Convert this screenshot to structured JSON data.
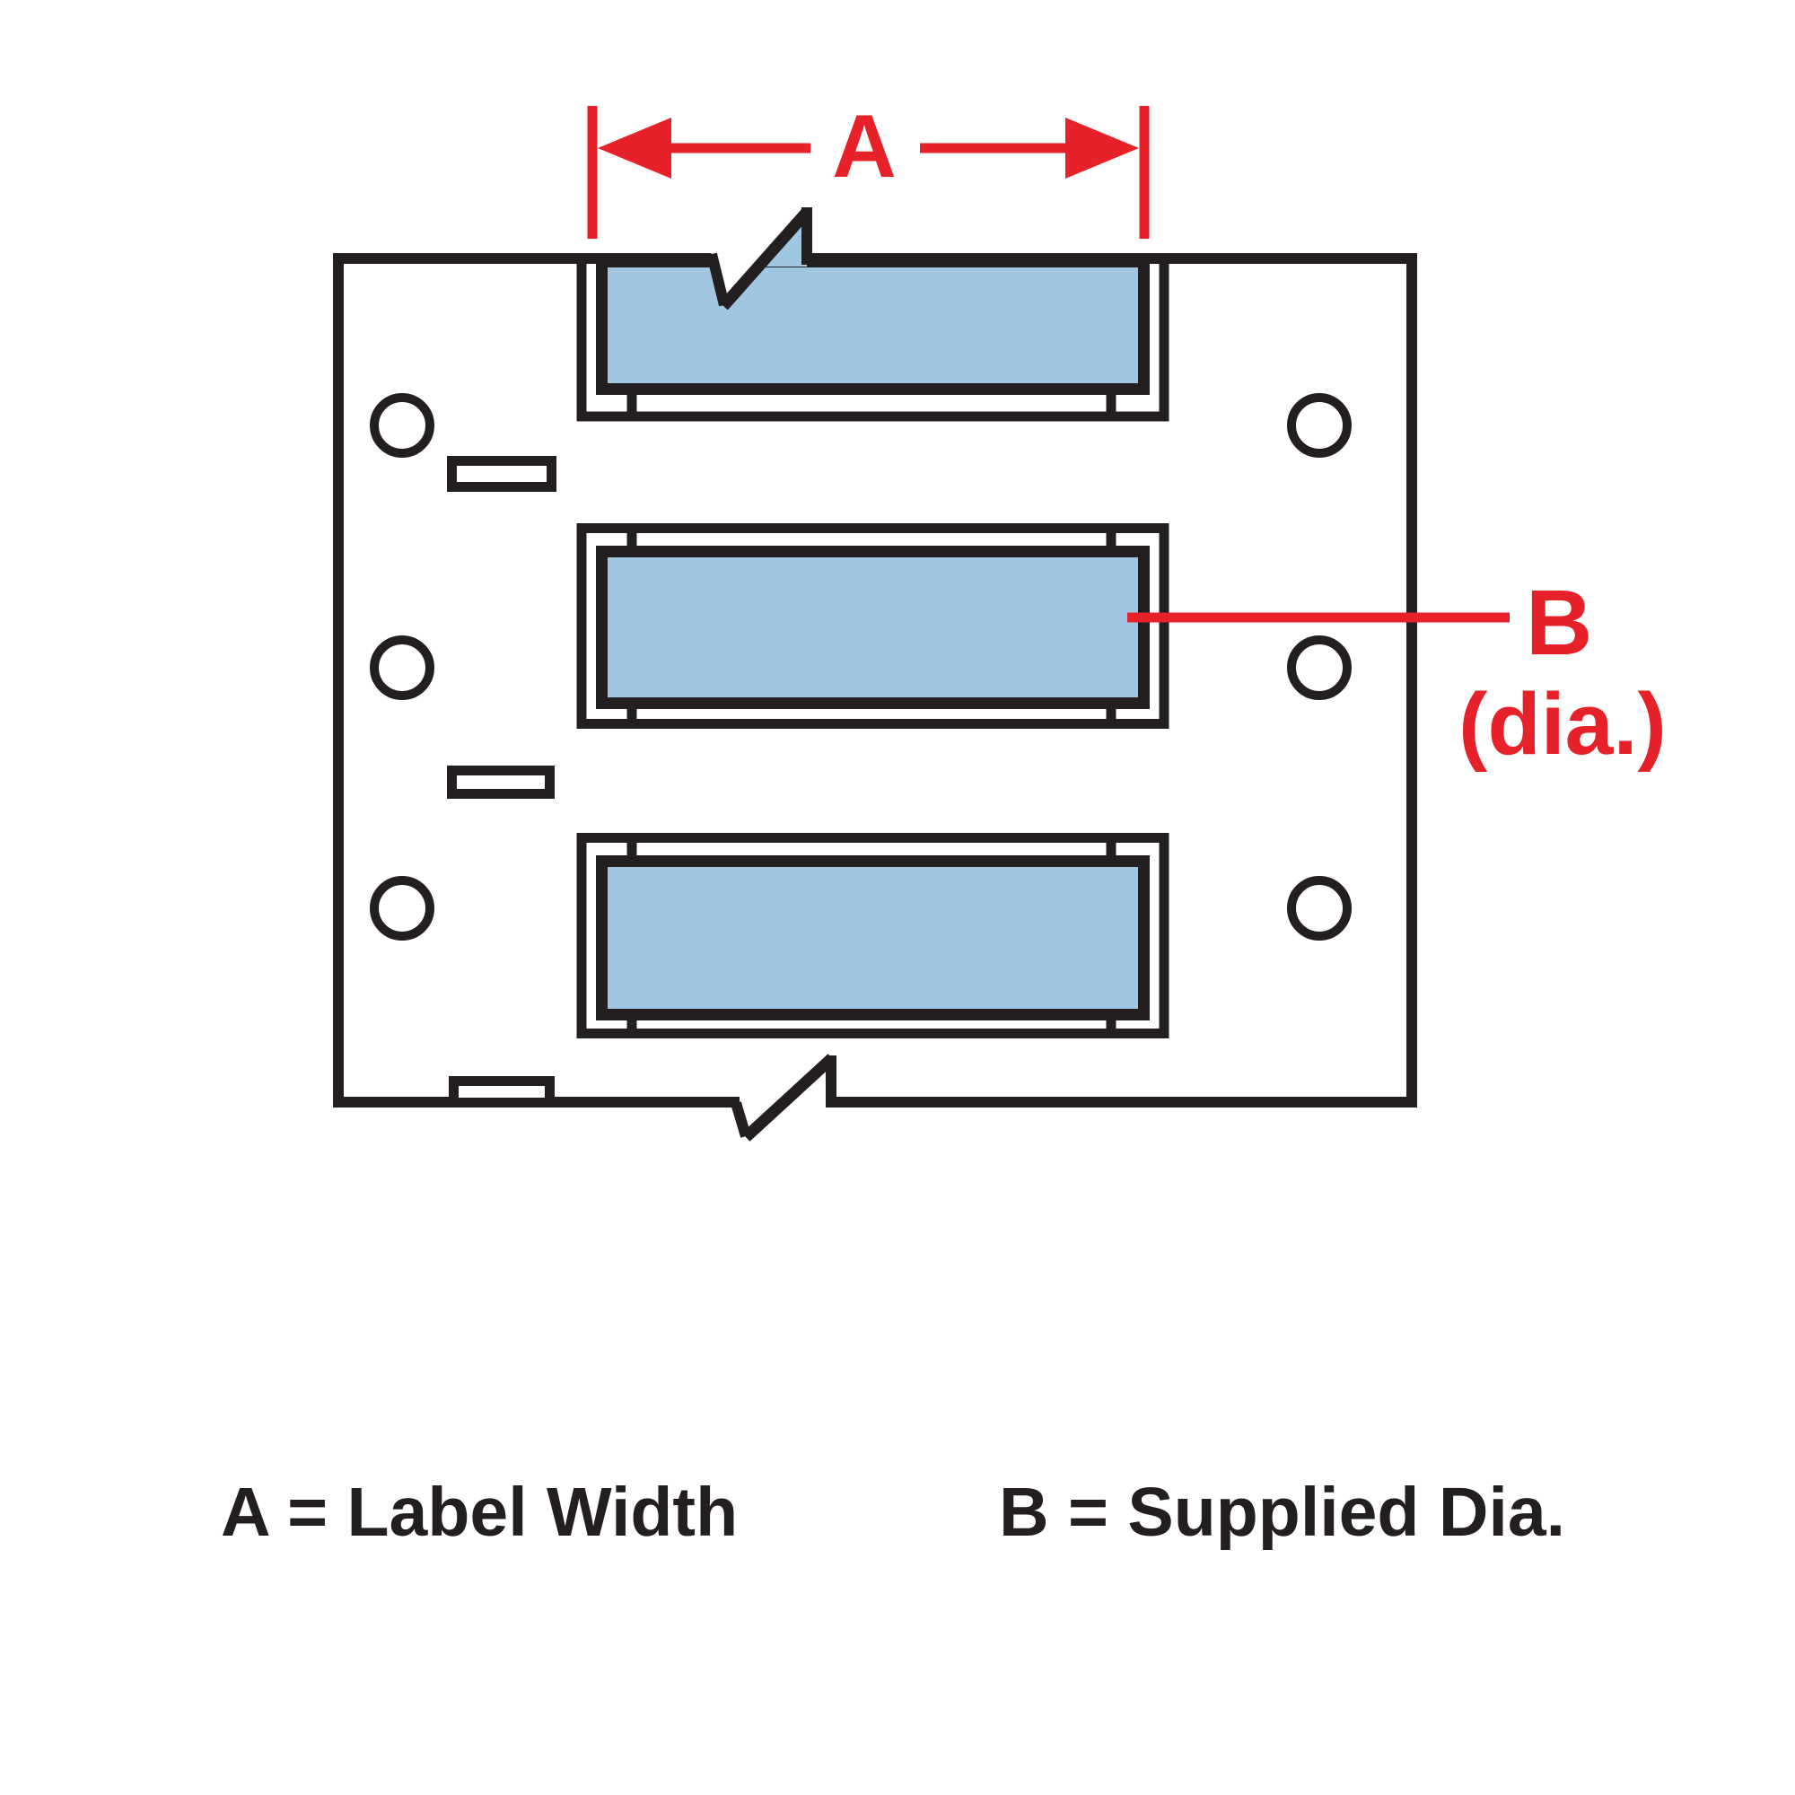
{
  "figure": {
    "type": "wire-marker-sleeve-dimension-diagram",
    "dimension_labels": {
      "a": "A",
      "b": "B",
      "b_sub": "(dia.)"
    },
    "legend": {
      "a_definition": "A = Label Width",
      "b_definition": "B = Supplied Dia."
    },
    "colors": {
      "annotation_red": "#e62129",
      "outline_black": "#231f20",
      "sleeve_blue": "#a0c6e2",
      "background": "#ffffff"
    },
    "elements": {
      "sleeve_rows": 3,
      "feed_holes": 6,
      "carrier_slots": 3,
      "break_marks": 2
    }
  }
}
